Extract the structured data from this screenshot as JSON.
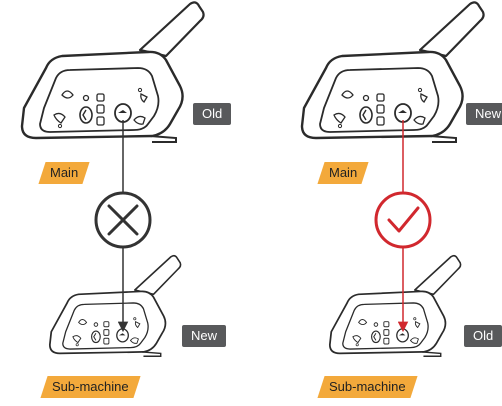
{
  "panels": {
    "left": {
      "main_label": "Main",
      "sub_label": "Sub-machine",
      "top_tag": "Old",
      "bottom_tag": "New",
      "verdict": "cross"
    },
    "right": {
      "main_label": "Main",
      "sub_label": "Sub-machine",
      "top_tag": "New",
      "bottom_tag": "Old",
      "verdict": "check"
    }
  },
  "colors": {
    "accent_label": "#f3a93b",
    "tag_bg": "#58595b",
    "wrong": "#333333",
    "correct": "#d1282e",
    "device_outline": "#2b2b2b"
  }
}
